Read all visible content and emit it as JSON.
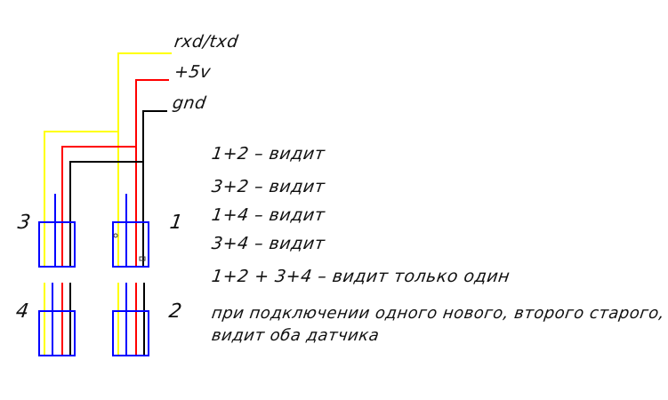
{
  "wire_labels": {
    "data": "rxd/txd",
    "power": "+5v",
    "ground": "gnd"
  },
  "connector_labels": {
    "c1": "1",
    "c2": "2",
    "c3": "3",
    "c4": "4"
  },
  "notes": [
    "1+2 – видит",
    "3+2 – видит",
    "1+4 – видит",
    "3+4 – видит",
    "1+2 + 3+4 – видит только один",
    "при подключении одного нового, второго старого,",
    "видит оба датчика"
  ],
  "colors": {
    "data_wire": "#ffff00",
    "power_wire": "#ff0000",
    "ground_wire": "#000000",
    "connector_body": "#0000ff",
    "sensor_pin": "#0000ff"
  }
}
